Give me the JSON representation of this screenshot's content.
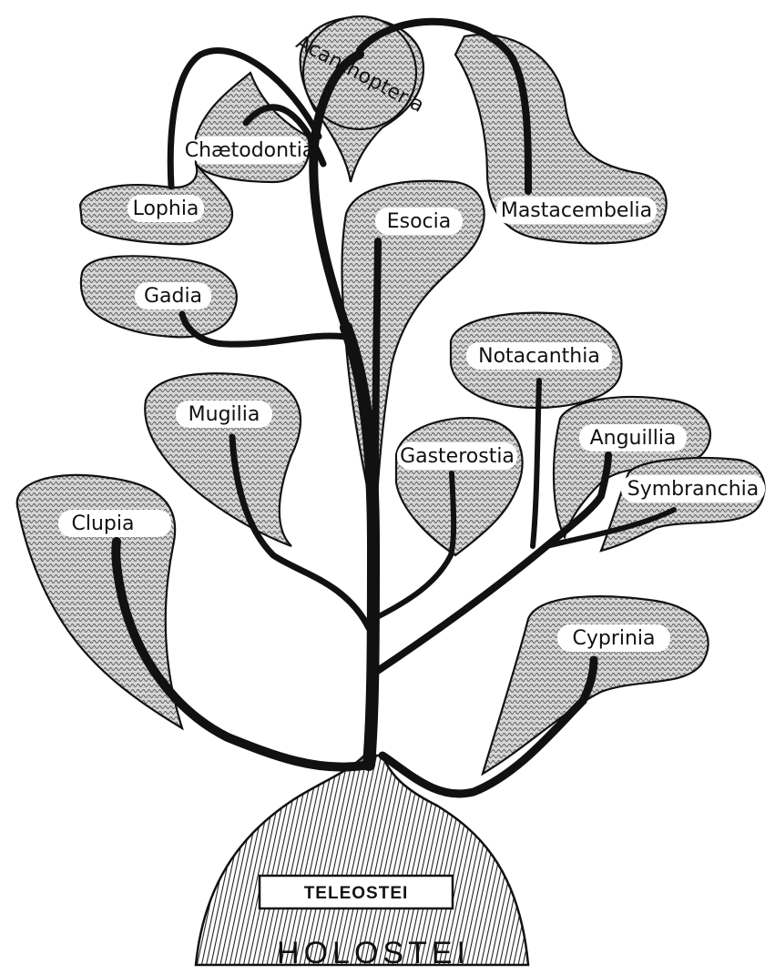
{
  "diagram": {
    "root_label": "HOLOSTEI",
    "base_label": "TELEOSTEI",
    "groups": {
      "acanthopteria": "Acanthopteria",
      "chaetodontia": "Chætodontia",
      "lophia": "Lophia",
      "mastacembelia": "Mastacembelia",
      "esocia": "Esocia",
      "gadia": "Gadia",
      "notacanthia": "Notacanthia",
      "mugilia": "Mugilia",
      "anguillia": "Anguillia",
      "gasterostia": "Gasterostia",
      "symbranchia": "Symbranchia",
      "clupia": "Clupia",
      "cyprinia": "Cyprinia"
    }
  },
  "colors": {
    "ink": "#111111",
    "lobe_fill": "#bdbdbd",
    "paper": "#ffffff"
  }
}
